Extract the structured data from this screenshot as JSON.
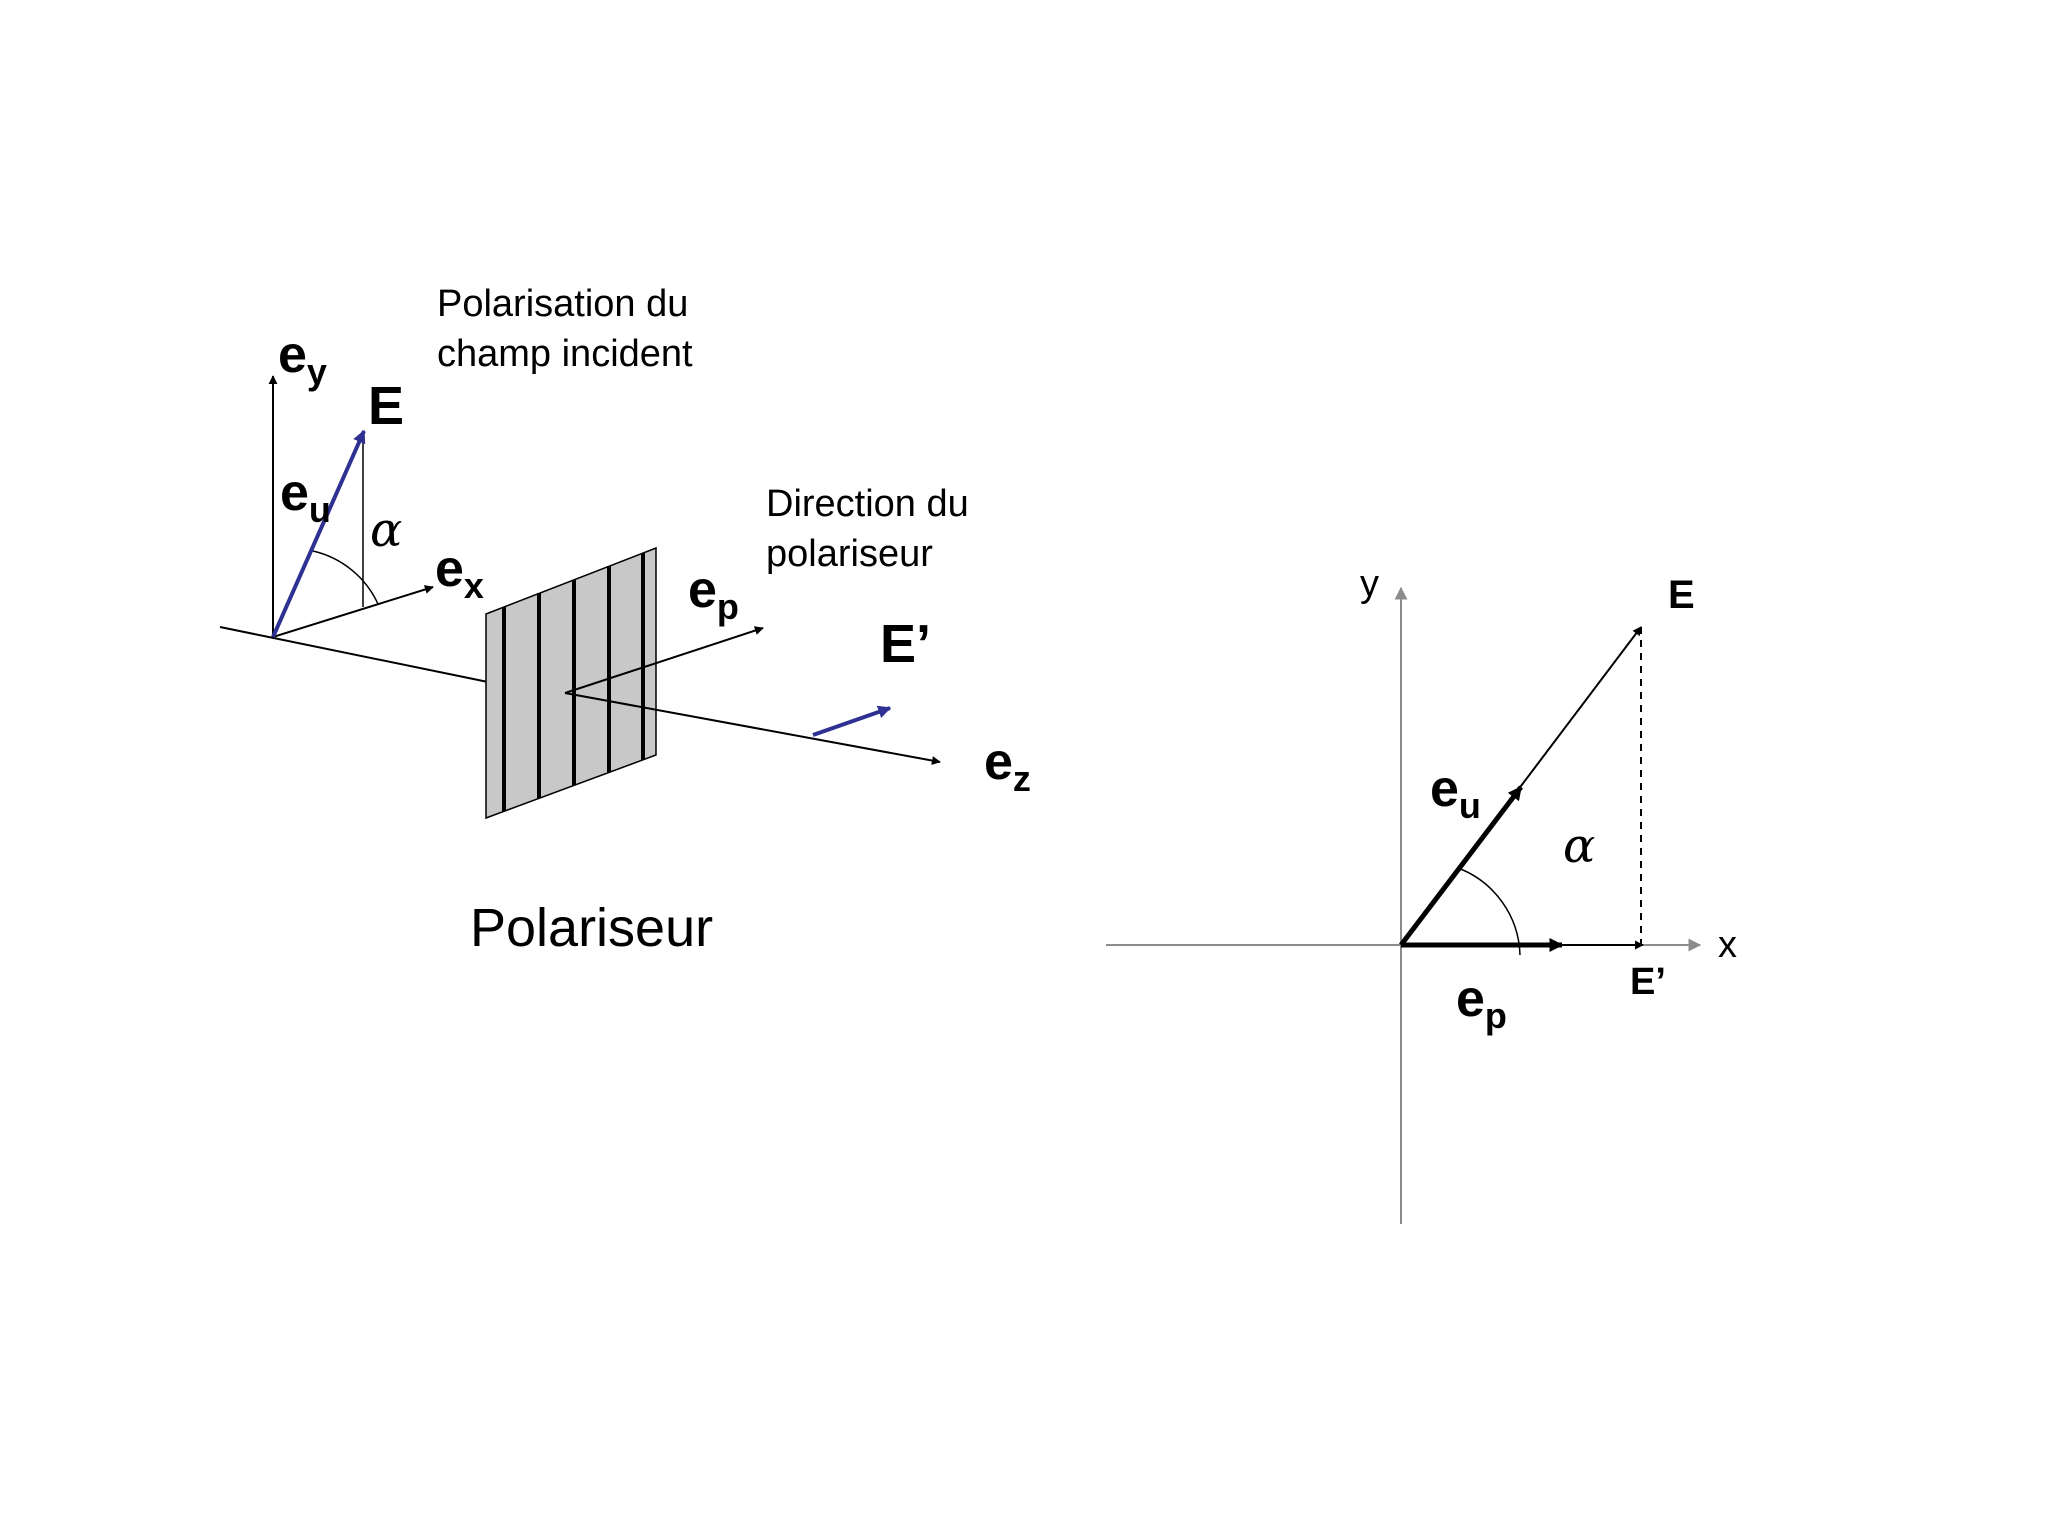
{
  "left_figure": {
    "caption": "Polariseur",
    "annotation_incident_line1": "Polarisation du",
    "annotation_incident_line2": "champ incident",
    "annotation_direction_line1": "Direction du",
    "annotation_direction_line2": "polariseur",
    "vector_ey": {
      "base": "e",
      "sub": "y"
    },
    "vector_E": "E",
    "vector_eu": {
      "base": "e",
      "sub": "u"
    },
    "angle_alpha": "α",
    "vector_ex": {
      "base": "e",
      "sub": "x"
    },
    "vector_ep": {
      "base": "e",
      "sub": "p"
    },
    "vector_Eprime": "E’",
    "vector_ez": {
      "base": "e",
      "sub": "z"
    }
  },
  "right_figure": {
    "axis_y": "y",
    "axis_x": "x",
    "vector_E": "E",
    "vector_eu": {
      "base": "e",
      "sub": "u"
    },
    "angle_alpha": "α",
    "vector_Eprime": "E’",
    "vector_ep": {
      "base": "e",
      "sub": "p"
    }
  },
  "colors": {
    "field_vector": "#2e3192",
    "polarizer_fill": "#c8c8c8",
    "axis_gray": "#8c8c8c",
    "ink": "#000000"
  }
}
